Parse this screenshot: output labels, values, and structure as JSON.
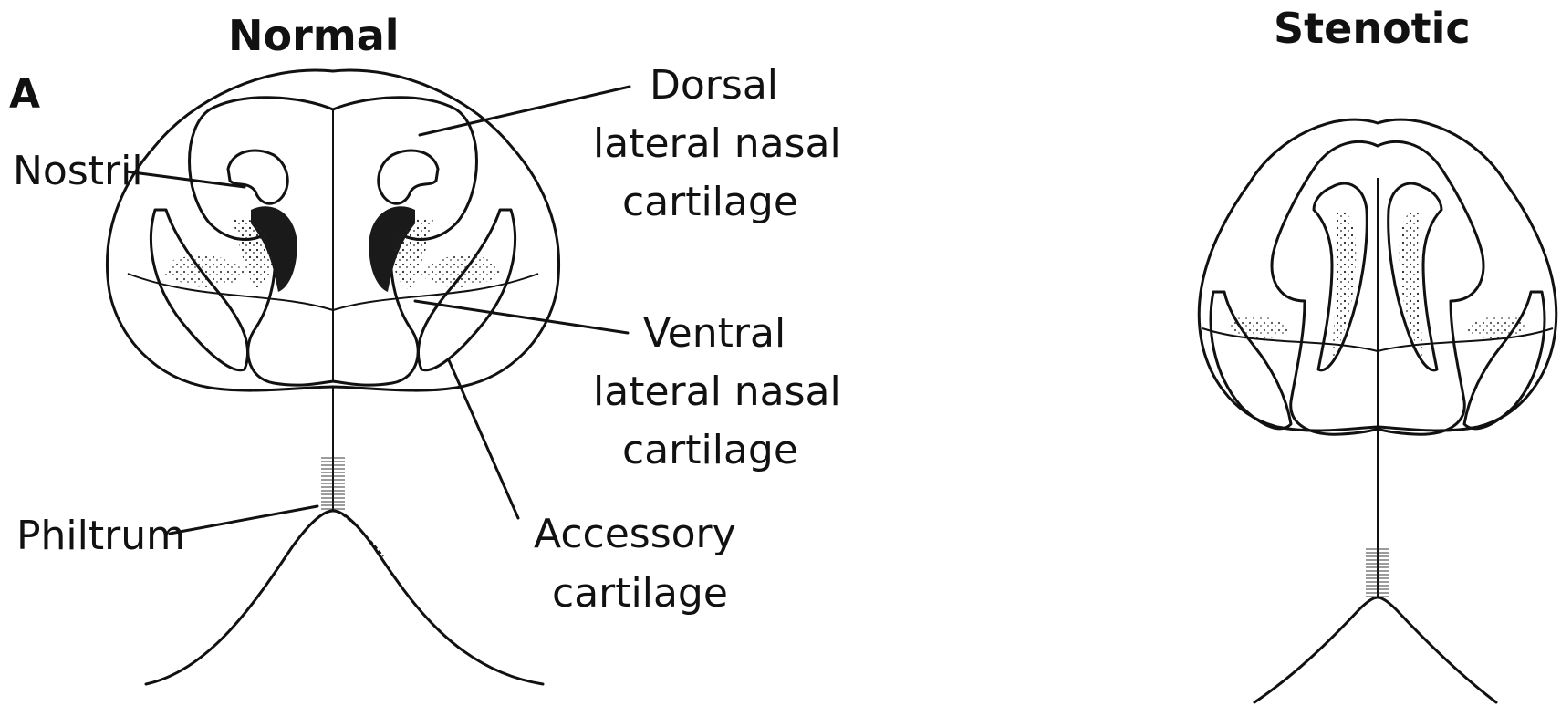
{
  "panel_letter": "A",
  "titles": {
    "normal": "Normal",
    "stenotic": "Stenotic"
  },
  "labels": {
    "nostril": "Nostril",
    "dorsal": [
      "Dorsal",
      "lateral nasal",
      "cartilage"
    ],
    "ventral": [
      "Ventral",
      "lateral nasal",
      "cartilage"
    ],
    "accessory": [
      "Accessory",
      "cartilage"
    ],
    "philtrum": "Philtrum"
  },
  "colors": {
    "cartilage_blue": "#a8b6de",
    "stenotic_blue": "#8f9fdb",
    "accessory_green": "#b3d3c3",
    "outline": "#111111",
    "skin": "#ffffff"
  }
}
